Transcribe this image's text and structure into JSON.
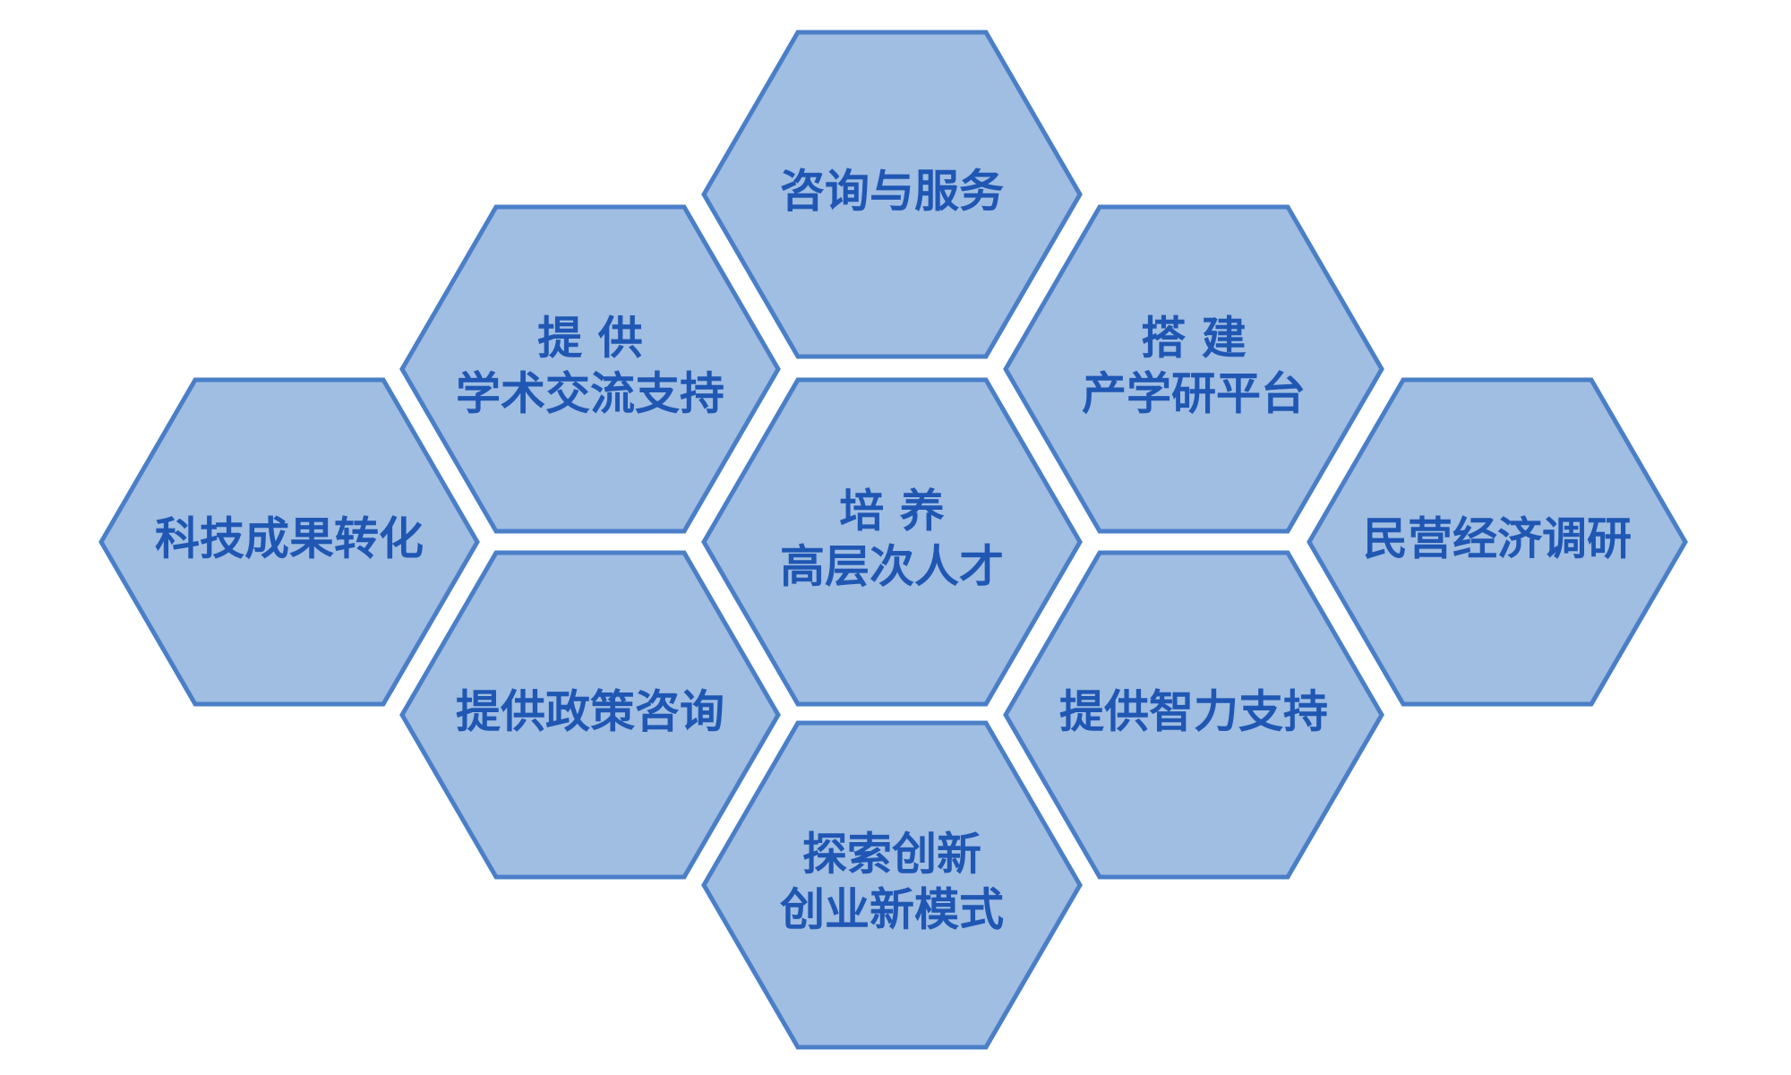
{
  "diagram": {
    "title": "",
    "colors": {
      "hex_fill": "#a0bde2",
      "hex_stroke": "#4a7fc8",
      "text": "#1f57b3",
      "background": "#ffffff"
    },
    "hexagons": [
      {
        "id": "consulting-services",
        "lines": [
          "咨询与服务"
        ]
      },
      {
        "id": "academic-support",
        "lines": [
          "提 供",
          "学术交流支持"
        ]
      },
      {
        "id": "industry-platform",
        "lines": [
          "搭 建",
          "产学研平台"
        ]
      },
      {
        "id": "tech-transfer",
        "lines": [
          "科技成果转化"
        ]
      },
      {
        "id": "talent-cultivation",
        "lines": [
          "培 养",
          "高层次人才"
        ]
      },
      {
        "id": "private-economy-research",
        "lines": [
          "民营经济调研"
        ]
      },
      {
        "id": "policy-consulting",
        "lines": [
          "提供政策咨询"
        ]
      },
      {
        "id": "intellectual-support",
        "lines": [
          "提供智力支持"
        ]
      },
      {
        "id": "innovation-models",
        "lines": [
          "探索创新",
          "创业新模式"
        ]
      }
    ]
  }
}
